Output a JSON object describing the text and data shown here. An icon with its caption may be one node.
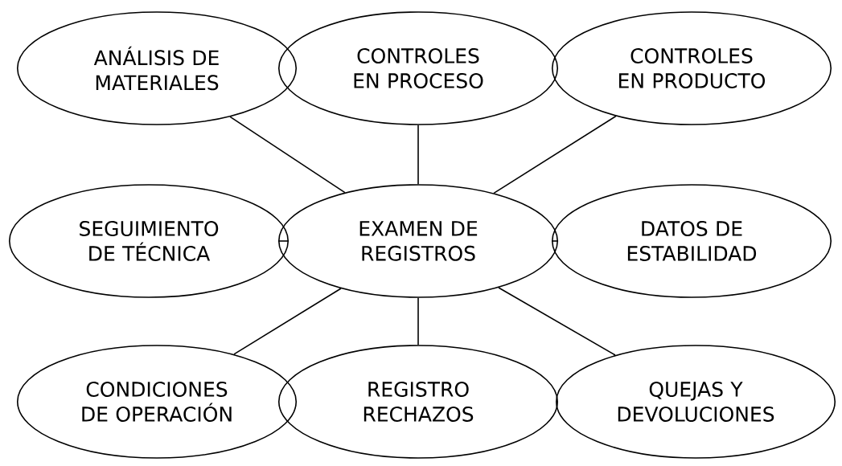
{
  "diagram": {
    "nodes": [
      {
        "text": [
          "ANÁLISIS DE MATERIALES"
        ]
      },
      {
        "text": [
          "CONTROLES EN PROCESO"
        ]
      },
      {
        "text": [
          "CONTROLES EN PRODUCTO"
        ]
      },
      {
        "text": [
          "SEGUIMIENTO DE TÉCNICA"
        ]
      },
      {
        "text": [
          "EXAMEN DE REGISTROS"
        ]
      },
      {
        "text": [
          "DATOS DE ESTABILIDAD"
        ]
      },
      {
        "text": [
          "CONDICIONES DE OPERACIÓN"
        ]
      },
      {
        "text": [
          "REGISTRO RECHAZOS"
        ]
      },
      {
        "text": [
          "QUEJAS Y DEVOLUCIONES"
        ]
      }
    ],
    "edges": [
      {
        "from": 4,
        "to": 0,
        "arrow": "none"
      },
      {
        "from": 4,
        "to": 1,
        "arrow": "none"
      },
      {
        "from": 4,
        "to": 2,
        "arrow": "none"
      },
      {
        "from": 4,
        "to": 3,
        "arrow": "none"
      },
      {
        "from": 4,
        "to": 5,
        "arrow": "none"
      },
      {
        "from": 4,
        "to": 6,
        "arrow": "none"
      },
      {
        "from": 4,
        "to": 7,
        "arrow": "none"
      },
      {
        "from": 4,
        "to": 8,
        "arrow": "none"
      }
    ]
  }
}
